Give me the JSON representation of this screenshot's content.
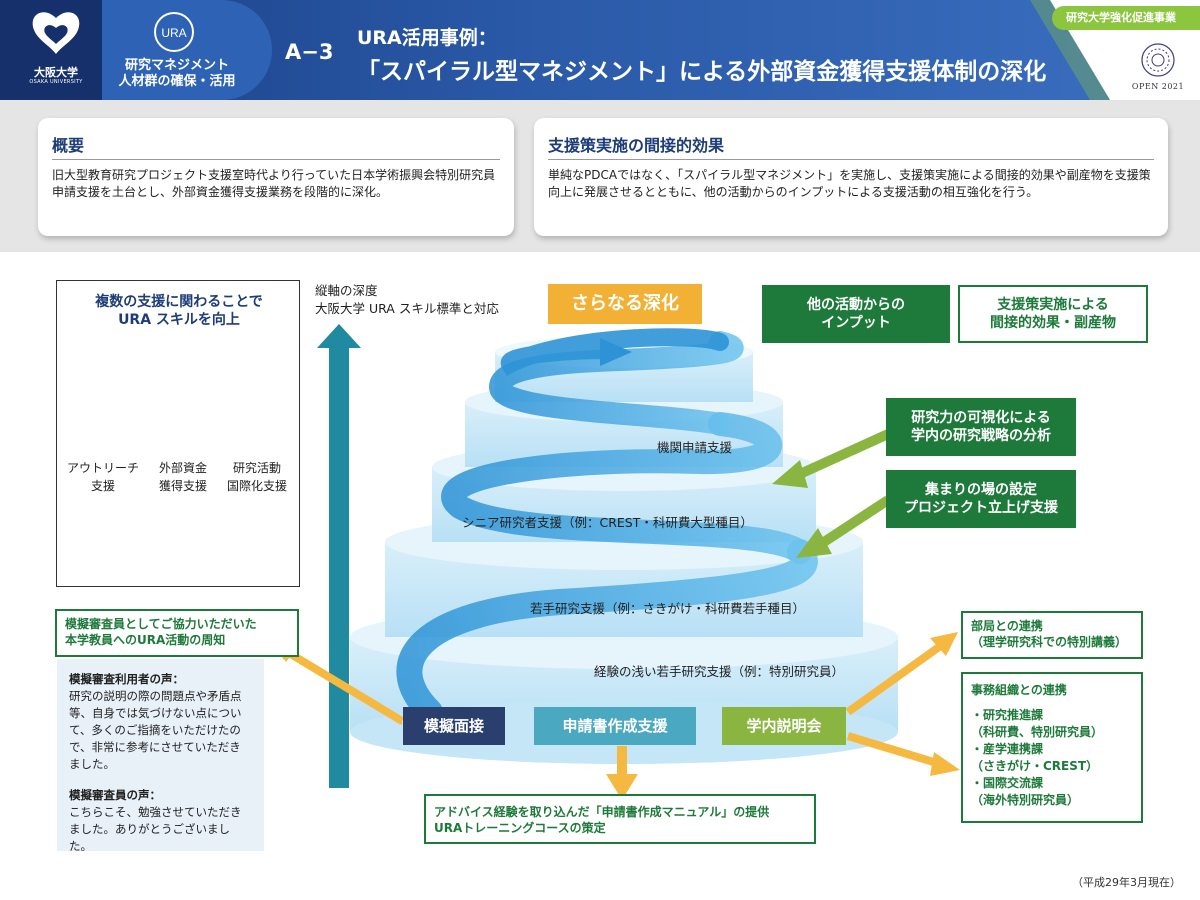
{
  "header": {
    "university_name": "大阪大学",
    "university_name_en": "OSAKA UNIVERSITY",
    "ura_logo_text": "URA",
    "section_label_line1": "研究マネジメント",
    "section_label_line2": "人材群の確保・活用",
    "badge_id": "A−3",
    "title_line1": "URA活用事例：",
    "title_line2": "「スパイラル型マネジメント」による外部資金獲得支援体制の深化",
    "program_tag": "研究大学強化促進事業",
    "open_label": "OPEN 2021"
  },
  "summary": {
    "overview_heading": "概要",
    "overview_text": "旧大型教育研究プロジェクト支援室時代より行っていた日本学術振興会特別研究員申請支援を土台とし、外部資金獲得支援業務を段階的に深化。",
    "effects_heading": "支援策実施の間接的効果",
    "effects_text": "単純なPDCAではなく、「スパイラル型マネジメント」を実施し、支援策実施による間接的効果や副産物を支援策向上に発展させるとともに、他の活動からのインプットによる支援活動の相互強化を行う。"
  },
  "skill_panel": {
    "title_line1": "複数の支援に関わることで",
    "title_line2": "URA スキルを向上",
    "label_outreach_1": "アウトリーチ",
    "label_outreach_2": "支援",
    "label_funding_1": "外部資金",
    "label_funding_2": "獲得支援",
    "label_research_1": "研究活動",
    "label_research_2": "国際化支援"
  },
  "axis": {
    "label_line1": "縦軸の深度",
    "label_line2": "大阪大学 URA スキル標準と対応"
  },
  "spiral": {
    "deepen_label": "さらなる深化",
    "tier_labels": [
      "機関申請支援",
      "シニア研究者支援（例：CREST・科研費大型種目）",
      "若手研究支援（例：さきがけ・科研費若手種目）",
      "経験の浅い若手研究支援（例：特別研究員）"
    ]
  },
  "inputs": {
    "input_box_line1": "他の活動からの",
    "input_box_line2": "インプット",
    "effect_box_line1": "支援策実施による",
    "effect_box_line2": "間接的効果・副産物",
    "input_1_line1": "研究力の可視化による",
    "input_1_line2": "学内の研究戦略の分析",
    "input_2_line1": "集まりの場の設定",
    "input_2_line2": "プロジェクト立上げ支援"
  },
  "actions": {
    "mock_interview": "模擬面接",
    "application_support": "申請書作成支援",
    "campus_briefing": "学内説明会"
  },
  "outcomes": {
    "mock_effect_line1": "模擬審査員としてご協力いただいた",
    "mock_effect_line2": "本学教員へのURA活動の周知",
    "manual_line1": "アドバイス経験を取り込んだ「申請書作成マニュアル」の提供",
    "manual_line2": "URAトレーニングコースの策定",
    "dept_line1": "部局との連携",
    "dept_line2": "（理学研究科での特別講義）",
    "admin_title": "事務組織との連携",
    "admin_items": [
      "・研究推進課",
      "（科研費、特別研究員）",
      "・産学連携課",
      "（さきがけ・CREST）",
      "・国際交流課",
      "（海外特別研究員）"
    ]
  },
  "voices": {
    "user_heading": "模擬審査利用者の声：",
    "user_text": "研究の説明の際の問題点や矛盾点等、自身では気づけない点について、多くのご指摘をいただけたので、非常に参考にさせていただきました。",
    "reviewer_heading": "模擬審査員の声：",
    "reviewer_text": "こちらこそ、勉強させていただきました。ありがとうございました。"
  },
  "footer_note": "（平成29年3月現在）",
  "colors": {
    "header_blue": "#1b3f86",
    "accent_green": "#1e7a3a",
    "deepen_orange": "#f2b134",
    "arrow_teal": "#1f8aa0",
    "spiral_blue": "#3aa3de",
    "mock_navy": "#2a3f6e",
    "application_teal": "#4aa8c0",
    "briefing_green": "#8ab541",
    "arrow_yellow": "#f5b840"
  }
}
